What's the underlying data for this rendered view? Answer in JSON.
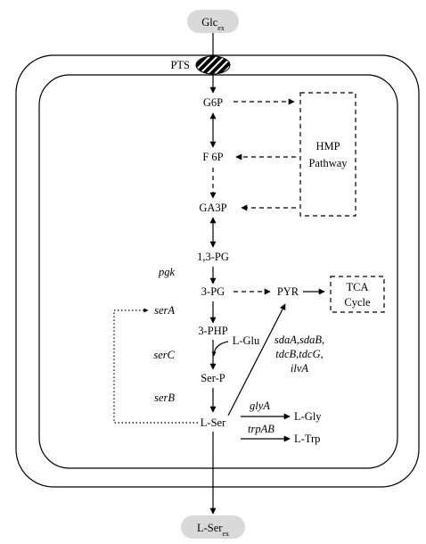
{
  "external": {
    "glucose": {
      "base": "Glc",
      "sub": "ex"
    },
    "serine": {
      "base": "L-Ser",
      "sub": "ex"
    }
  },
  "transporter": "PTS",
  "metabolites": {
    "g6p": "G6P",
    "f6p": "F 6P",
    "ga3p": "GA3P",
    "pg13": "1,3-PG",
    "pg3": "3-PG",
    "php3": "3-PHP",
    "serp": "Ser-P",
    "lser": "L-Ser",
    "pyr": "PYR",
    "lglu": "L-Glu",
    "lgly": "L-Gly",
    "ltrp": "L-Trp"
  },
  "pathways": {
    "hmp": [
      "HMP",
      "Pathway"
    ],
    "tca": [
      "TCA",
      "Cycle"
    ]
  },
  "genes": {
    "pgk": "pgk",
    "serA": "serA",
    "serC": "serC",
    "serB": "serB",
    "degradation": [
      "sdaA,sdaB,",
      "tdcB,tdcG,",
      "ilvA"
    ],
    "glyA": "glyA",
    "trpAB": "trpAB"
  },
  "colors": {
    "pill": "#d9d9d9",
    "line": "#000000"
  }
}
